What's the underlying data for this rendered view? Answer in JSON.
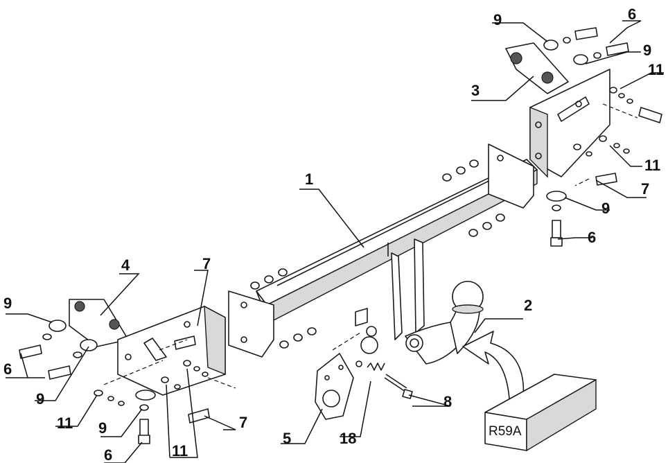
{
  "labels": {
    "l1": "1",
    "l2": "2",
    "l3": "3",
    "l4": "4",
    "l5": "5",
    "l6a": "6",
    "l6b": "6",
    "l6c": "6",
    "l6d": "6",
    "l7a": "7",
    "l7b": "7",
    "l7c": "7",
    "l8": "8",
    "l9a": "9",
    "l9b": "9",
    "l9c": "9",
    "l9d": "9",
    "l9e": "9",
    "l9f": "9",
    "l11a": "11",
    "l11b": "11",
    "l11c": "11",
    "l11d": "11",
    "l18": "18"
  },
  "box": {
    "label": "R59A"
  },
  "colors": {
    "ink": "#1a1a1a",
    "paper": "#ffffff",
    "shade": "#d9d9d9"
  }
}
